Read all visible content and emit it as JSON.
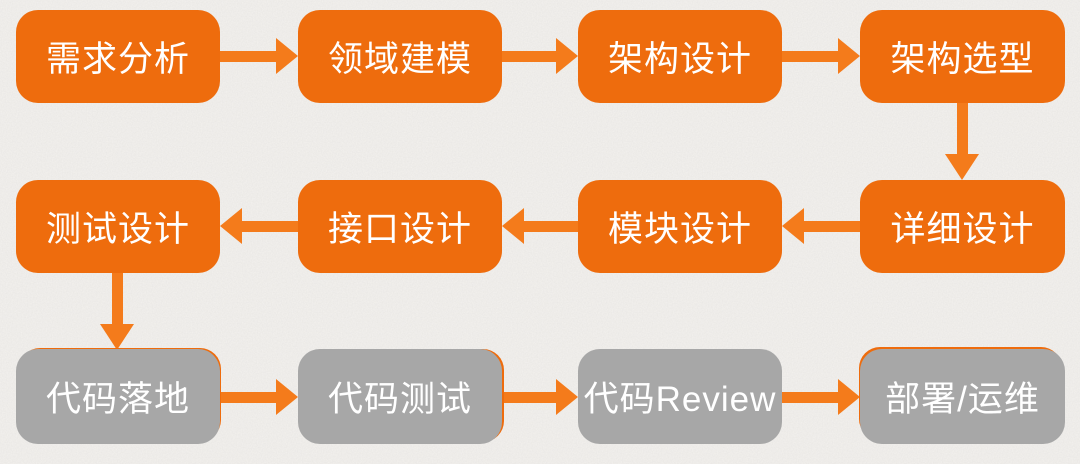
{
  "diagram": {
    "type": "flowchart",
    "colors": {
      "stage_box": "#ee6c0d",
      "arrow": "#f47b1b",
      "code_box": "#a7a7a7",
      "background": "#f4f2ef",
      "label_text": "#ffffff"
    },
    "rows": [
      {
        "name": "design-upper",
        "style": "orange",
        "arrow_direction": "right",
        "nodes": [
          "需求分析",
          "领域建模",
          "架构设计",
          "架构选型"
        ]
      },
      {
        "name": "design-lower",
        "style": "orange",
        "arrow_direction": "left",
        "nodes": [
          "测试设计",
          "接口设计",
          "模块设计",
          "详细设计"
        ]
      },
      {
        "name": "implementation",
        "style": "gray",
        "arrow_direction": "right",
        "nodes": [
          "代码落地",
          "代码测试",
          "代码Review",
          "部署/运维"
        ]
      }
    ],
    "sequence": [
      "需求分析",
      "领域建模",
      "架构设计",
      "架构选型",
      "详细设计",
      "模块设计",
      "接口设计",
      "测试设计",
      "代码落地",
      "代码测试",
      "代码Review",
      "部署/运维"
    ],
    "edges": [
      {
        "from": "需求分析",
        "to": "领域建模"
      },
      {
        "from": "领域建模",
        "to": "架构设计"
      },
      {
        "from": "架构设计",
        "to": "架构选型"
      },
      {
        "from": "架构选型",
        "to": "详细设计"
      },
      {
        "from": "详细设计",
        "to": "模块设计"
      },
      {
        "from": "模块设计",
        "to": "接口设计"
      },
      {
        "from": "接口设计",
        "to": "测试设计"
      },
      {
        "from": "测试设计",
        "to": "代码落地"
      },
      {
        "from": "代码落地",
        "to": "代码测试"
      },
      {
        "from": "代码测试",
        "to": "代码Review"
      },
      {
        "from": "代码Review",
        "to": "部署/运维"
      }
    ]
  }
}
